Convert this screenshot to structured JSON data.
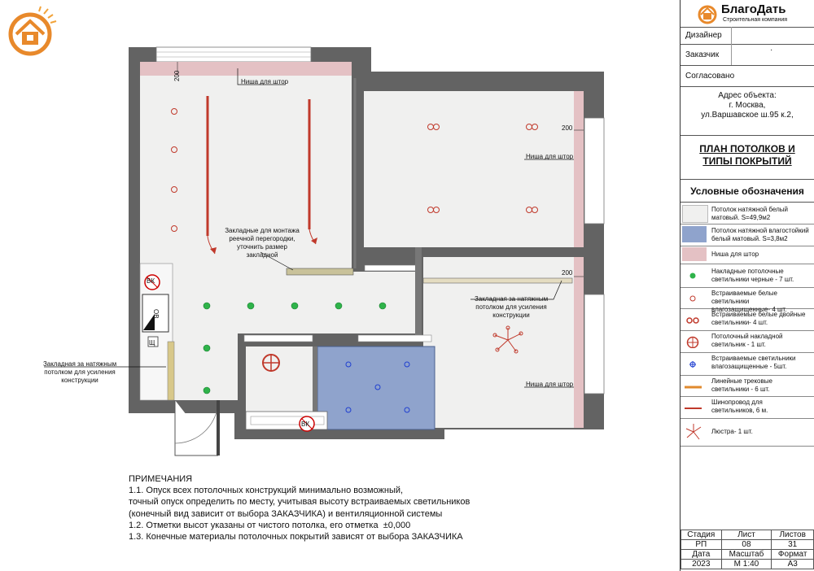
{
  "company": {
    "name": "БлагоДать",
    "subtitle": "Строительная компания"
  },
  "plan": {
    "labels": {
      "niche_top": "Ниша для штор",
      "niche_right1": "Ниша для штор",
      "niche_right2": "Ниша для штор",
      "dim_left": "200",
      "dim_right1": "200",
      "dim_right2": "200",
      "partition": [
        "Закладные для монтажа",
        "реечной перегородки,",
        "уточнить размер",
        "закладной"
      ],
      "reinforce_right": [
        "Закладная за натяжным",
        "потолком для усиления",
        "конструкции"
      ],
      "reinforce_left": [
        "Закладная за натяжным",
        "потолком для усиления",
        "конструкции"
      ],
      "vk1": "ВК",
      "vk2": "ВК",
      "ov": "ОВ",
      "shch": "Щ"
    },
    "colors": {
      "ceiling_white": "#f0f0ef",
      "ceiling_blue": "#8fa3cc",
      "niche": "#e4c1c4",
      "wall": "#636363",
      "track": "#c0392b"
    }
  },
  "notes": {
    "title": "ПРИМЕЧАНИЯ",
    "lines": [
      "1.1. Опуск всех потолочных конструкций минимально возможный,",
      "точный опуск определить по месту, учитывая высоту встраиваемых светильников",
      "(конечный вид зависит от выбора ЗАКАЗЧИКА) и вентиляционной системы",
      "1.2. Отметки высот указаны от чистого потолка, его отметка  ±0,000",
      "1.3. Конечные материалы потолочных покрытий зависят от выбора ЗАКАЗЧИКА"
    ]
  },
  "panel": {
    "designer": "Дизайнер",
    "customer": "Заказчик",
    "customer_mark": "·",
    "approved": "Согласовано",
    "address": [
      "Адрес объекта:",
      "г. Москва,",
      "ул.Варшавское ш.95 к.2,"
    ],
    "sheet_title": [
      "ПЛАН ПОТОЛКОВ И",
      "ТИПЫ ПОКРЫТИЙ"
    ],
    "legend_title": "Условные обозначения",
    "legend": [
      {
        "icon": "white-ceiling-swatch",
        "lines": [
          "Потолок натяжной белый",
          "матовый. S=49,9м2"
        ]
      },
      {
        "icon": "blue-ceiling-swatch",
        "lines": [
          "Потолок натяжной  влагостойкий",
          "белый матовый. S=3,8м2"
        ]
      },
      {
        "icon": "curtain-niche-swatch",
        "lines": [
          "Ниша для штор"
        ]
      },
      {
        "icon": "green-dot-icon",
        "lines": [
          "Накладные потолочные",
          "светильники черные - 7 шт."
        ]
      },
      {
        "icon": "red-spot-icon",
        "lines": [
          "Встраиваемые белые светильники",
          "влагозащищенные- 4 шт."
        ]
      },
      {
        "icon": "double-spot-icon",
        "lines": [
          "Встраиваемые белые двойные",
          "светильники- 4 шт."
        ]
      },
      {
        "icon": "big-circle-icon",
        "lines": [
          "Потолочный накладной",
          "светильник - 1 шт."
        ]
      },
      {
        "icon": "blue-spot-icon",
        "lines": [
          "Встраиваемые светильники",
          "влагозащищенные  - 5шт."
        ]
      },
      {
        "icon": "track-light-icon",
        "lines": [
          "Линейные трековые",
          "светильники - 6 шт."
        ]
      },
      {
        "icon": "busbar-icon",
        "lines": [
          "Шинопровод для",
          "светильников, 6 м."
        ]
      },
      {
        "icon": "chandelier-icon",
        "lines": [
          "Люстра- 1 шт."
        ]
      }
    ],
    "stamp": {
      "headers": [
        "Стадия",
        "Лист",
        "Листов"
      ],
      "values": [
        "РП",
        "08",
        "31"
      ],
      "headers2": [
        "Дата",
        "Масштаб",
        "Формат"
      ],
      "values2": [
        "2023",
        "М 1:40",
        "А3"
      ]
    }
  }
}
